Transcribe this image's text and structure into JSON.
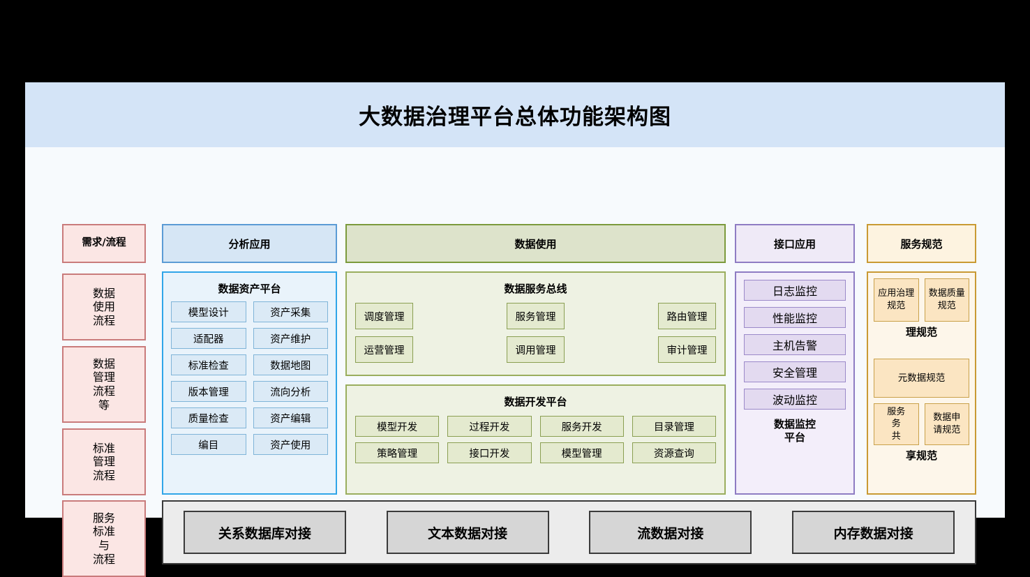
{
  "header": {
    "title": "大数据治理平台总体功能架构图"
  },
  "process_column": {
    "head": "需求/流程",
    "items": [
      "数据\n使用\n流程",
      "数据\n管理\n流程\n等",
      "标准\n管理\n流程",
      "服务\n标准\n与\n流程"
    ]
  },
  "analysis": {
    "head": "分析应用",
    "panel_title": "数据资产平台",
    "cells": [
      "模型设计",
      "资产采集",
      "适配器",
      "资产维护",
      "标准检查",
      "数据地图",
      "版本管理",
      "流向分析",
      "质量检查",
      "资产编辑",
      "编目",
      "资产使用"
    ]
  },
  "data_usage": {
    "head": "数据使用",
    "bus": {
      "title": "数据服务总线",
      "cells": [
        "调度管理",
        "服务管理",
        "路由管理",
        "运营管理",
        "调用管理",
        "审计管理"
      ]
    },
    "dev": {
      "title": "数据开发平台",
      "cells": [
        "模型开发",
        "过程开发",
        "服务开发",
        "目录管理",
        "策略管理",
        "接口开发",
        "模型管理",
        "资源查询"
      ]
    }
  },
  "interface": {
    "head": "接口应用",
    "cells": [
      "日志监控",
      "性能监控",
      "主机告警",
      "安全管理",
      "波动监控"
    ],
    "label": "数据监控\n平台"
  },
  "service_spec": {
    "head": "服务规范",
    "row1": [
      "应用治理规范",
      "数据质量规范"
    ],
    "label1": "理规范",
    "middle": "元数据规范",
    "row2": [
      "服务\n务\n共",
      "数据申\n请规范"
    ],
    "label2": "享规范"
  },
  "bottom_bar": {
    "cells": [
      "关系数据库对接",
      "文本数据对接",
      "流数据对接",
      "内存数据对接"
    ]
  },
  "colors": {
    "header_bg": "#d4e4f7",
    "canvas_bg": "#f7fafd",
    "red": "#c97b7b",
    "blue": "#30a5e8",
    "green": "#9aae5e",
    "purple": "#8e7cc3",
    "yellow": "#c99a33",
    "gray": "#3a3a3a"
  }
}
